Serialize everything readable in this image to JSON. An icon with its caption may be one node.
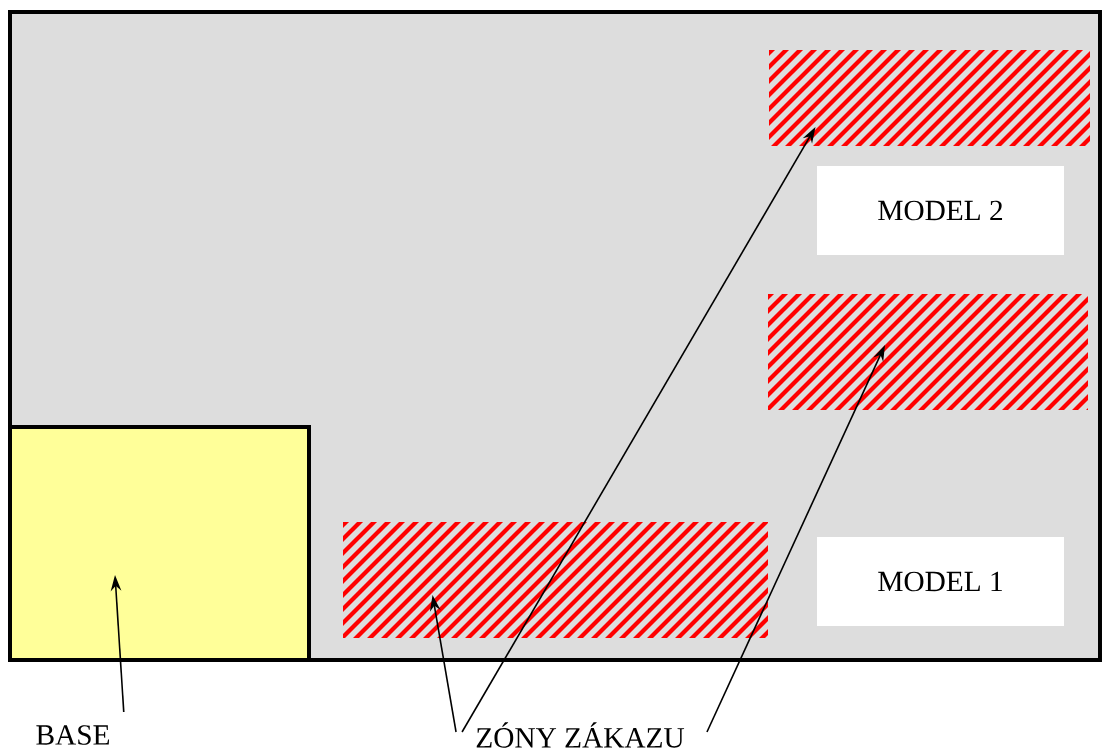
{
  "diagram": {
    "nodes": [
      {
        "text": [],
        "shape": "box"
      },
      {
        "text": [],
        "shape": "box",
        "in": 0
      },
      {
        "text": [
          "MODEL 2"
        ],
        "in": 0
      },
      {
        "text": [],
        "shape": "box",
        "in": 0
      },
      {
        "text": [],
        "shape": "box",
        "in": 0
      },
      {
        "text": [],
        "shape": "box",
        "in": 0
      },
      {
        "text": [
          "MODEL 1"
        ],
        "in": 0
      },
      {
        "text": [
          "BASE"
        ]
      },
      {
        "text": [
          "ZÓNY ZÁKAZU"
        ]
      }
    ],
    "edges": [
      {
        "from": 7,
        "to": 4,
        "arrow": "to"
      },
      {
        "from": 8,
        "to": 5,
        "arrow": "to"
      },
      {
        "from": 8,
        "to": 1,
        "arrow": "to"
      },
      {
        "from": 8,
        "to": 3,
        "arrow": "to"
      }
    ]
  }
}
